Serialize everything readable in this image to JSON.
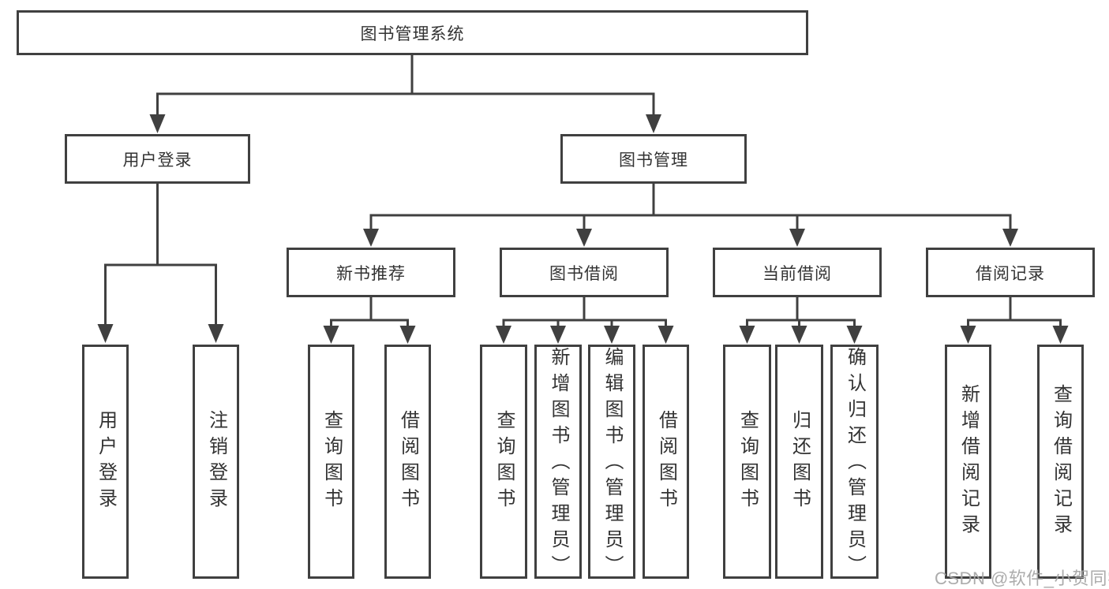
{
  "root": {
    "label": "图书管理系统"
  },
  "level2": [
    {
      "label": "用户登录"
    },
    {
      "label": "图书管理"
    }
  ],
  "level3": [
    {
      "label": "新书推荐"
    },
    {
      "label": "图书借阅"
    },
    {
      "label": "当前借阅"
    },
    {
      "label": "借阅记录"
    }
  ],
  "leaves": {
    "user_login": [
      {
        "label": "用户登录"
      },
      {
        "label": "注销登录"
      }
    ],
    "new_book": [
      {
        "label": "查询图书"
      },
      {
        "label": "借阅图书"
      }
    ],
    "book_borrow": [
      {
        "label": "查询图书"
      },
      {
        "label": "新增图书（管理员）"
      },
      {
        "label": "编辑图书（管理员）"
      },
      {
        "label": "借阅图书"
      }
    ],
    "current_borrow": [
      {
        "label": "查询图书"
      },
      {
        "label": "归还图书"
      },
      {
        "label": "确认归还（管理员）"
      }
    ],
    "borrow_record": [
      {
        "label": "新增借阅记录"
      },
      {
        "label": "查询借阅记录"
      }
    ]
  },
  "watermark": {
    "text": "CSDN @软件_小贺同学"
  },
  "colors": {
    "line": "#404040",
    "text": "#333333",
    "watermark": "#a5a5a5",
    "background": "#ffffff"
  }
}
